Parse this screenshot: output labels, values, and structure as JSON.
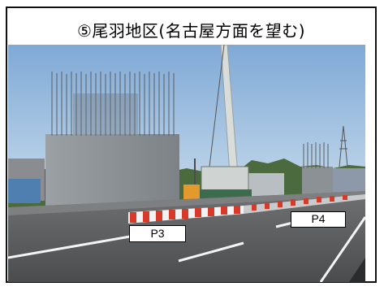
{
  "title": "⑤尾羽地区(名古屋方面を望む)",
  "labels": {
    "p3": "P3",
    "p4": "P4"
  },
  "photo": {
    "subject": "construction-site-photo",
    "colors": {
      "sky": "#8fb6de",
      "concrete": "#8a8f93",
      "road": "#5a5c5e",
      "barrier_red": "#d83a2a",
      "crane": "#d8dcda",
      "trees": "#3d5a33"
    }
  }
}
